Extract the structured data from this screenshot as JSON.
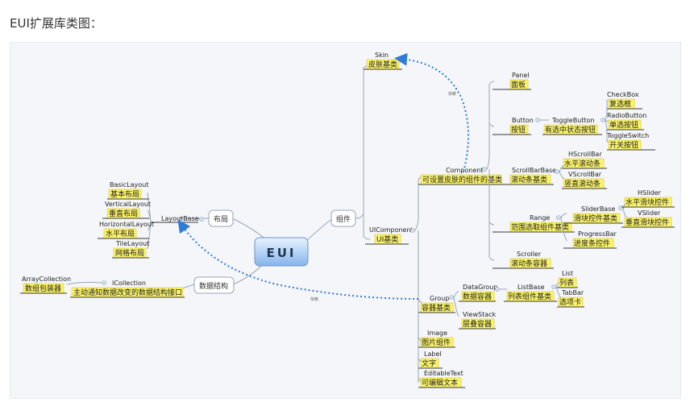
{
  "page": {
    "title": "EUI扩展库类图："
  },
  "center": {
    "label": "EUI"
  },
  "bubbles": {
    "layout": "布局",
    "data_structure": "数据结构",
    "components": "组件"
  },
  "relations": {
    "skin_relation": "依赖",
    "icollection_relation": "依赖"
  },
  "nodes": {
    "layout_base": {
      "en": "LayoutBase"
    },
    "basic_layout": {
      "en": "BasicLayout",
      "cn": "基本布局"
    },
    "vertical_layout": {
      "en": "VerticalLayout",
      "cn": "垂直布局"
    },
    "horizontal_layout": {
      "en": "HorizontalLayout",
      "cn": "水平布局"
    },
    "tile_layout": {
      "en": "TileLayout",
      "cn": "网格布局"
    },
    "array_collection": {
      "en": "ArrayCollection",
      "cn": "数组包装器"
    },
    "icollection": {
      "en": "ICollection",
      "cn": "主动通知数据改变的数据结构接口"
    },
    "skin": {
      "en": "Skin",
      "cn": "皮肤基类"
    },
    "ui_component": {
      "en": "UIComponent",
      "cn": "UI基类"
    },
    "component": {
      "en": "Component",
      "cn": "可设置皮肤的组件的基类"
    },
    "panel": {
      "en": "Panel",
      "cn": "面板"
    },
    "button": {
      "en": "Button",
      "cn": "按钮"
    },
    "toggle_button": {
      "en": "ToggleButton",
      "cn": "有选中状态按钮"
    },
    "checkbox": {
      "en": "CheckBox",
      "cn": "复选框"
    },
    "radio_button": {
      "en": "RadioButton",
      "cn": "单选按钮"
    },
    "toggle_switch": {
      "en": "ToggleSwitch",
      "cn": "开关按钮"
    },
    "scroll_bar_base": {
      "en": "ScrollBarBase",
      "cn": "滚动条基类"
    },
    "hscroll_bar": {
      "en": "HScrollBar",
      "cn": "水平滚动条"
    },
    "vscroll_bar": {
      "en": "VScrollBar",
      "cn": "竖直滚动条"
    },
    "range": {
      "en": "Range",
      "cn": "范围选取组件基类"
    },
    "slider_base": {
      "en": "SliderBase",
      "cn": "滑块控件基类"
    },
    "hslider": {
      "en": "HSlider",
      "cn": "水平滑块控件"
    },
    "vslider": {
      "en": "VSlider",
      "cn": "垂直滑块控件"
    },
    "progress_bar": {
      "en": "ProgressBar",
      "cn": "进度条控件"
    },
    "scroller": {
      "en": "Scroller",
      "cn": "滚动条容器"
    },
    "group": {
      "en": "Group",
      "cn": "容器基类"
    },
    "data_group": {
      "en": "DataGroup",
      "cn": "数据容器"
    },
    "list_base": {
      "en": "ListBase",
      "cn": "列表组件基类"
    },
    "list": {
      "en": "List",
      "cn": "列表"
    },
    "tab_bar": {
      "en": "TabBar",
      "cn": "选项卡"
    },
    "view_stack": {
      "en": "ViewStack",
      "cn": "层叠容器"
    },
    "image": {
      "en": "Image",
      "cn": "图片组件"
    },
    "label": {
      "en": "Label",
      "cn": "文字"
    },
    "editable_text": {
      "en": "EditableText",
      "cn": "可编辑文本"
    }
  }
}
